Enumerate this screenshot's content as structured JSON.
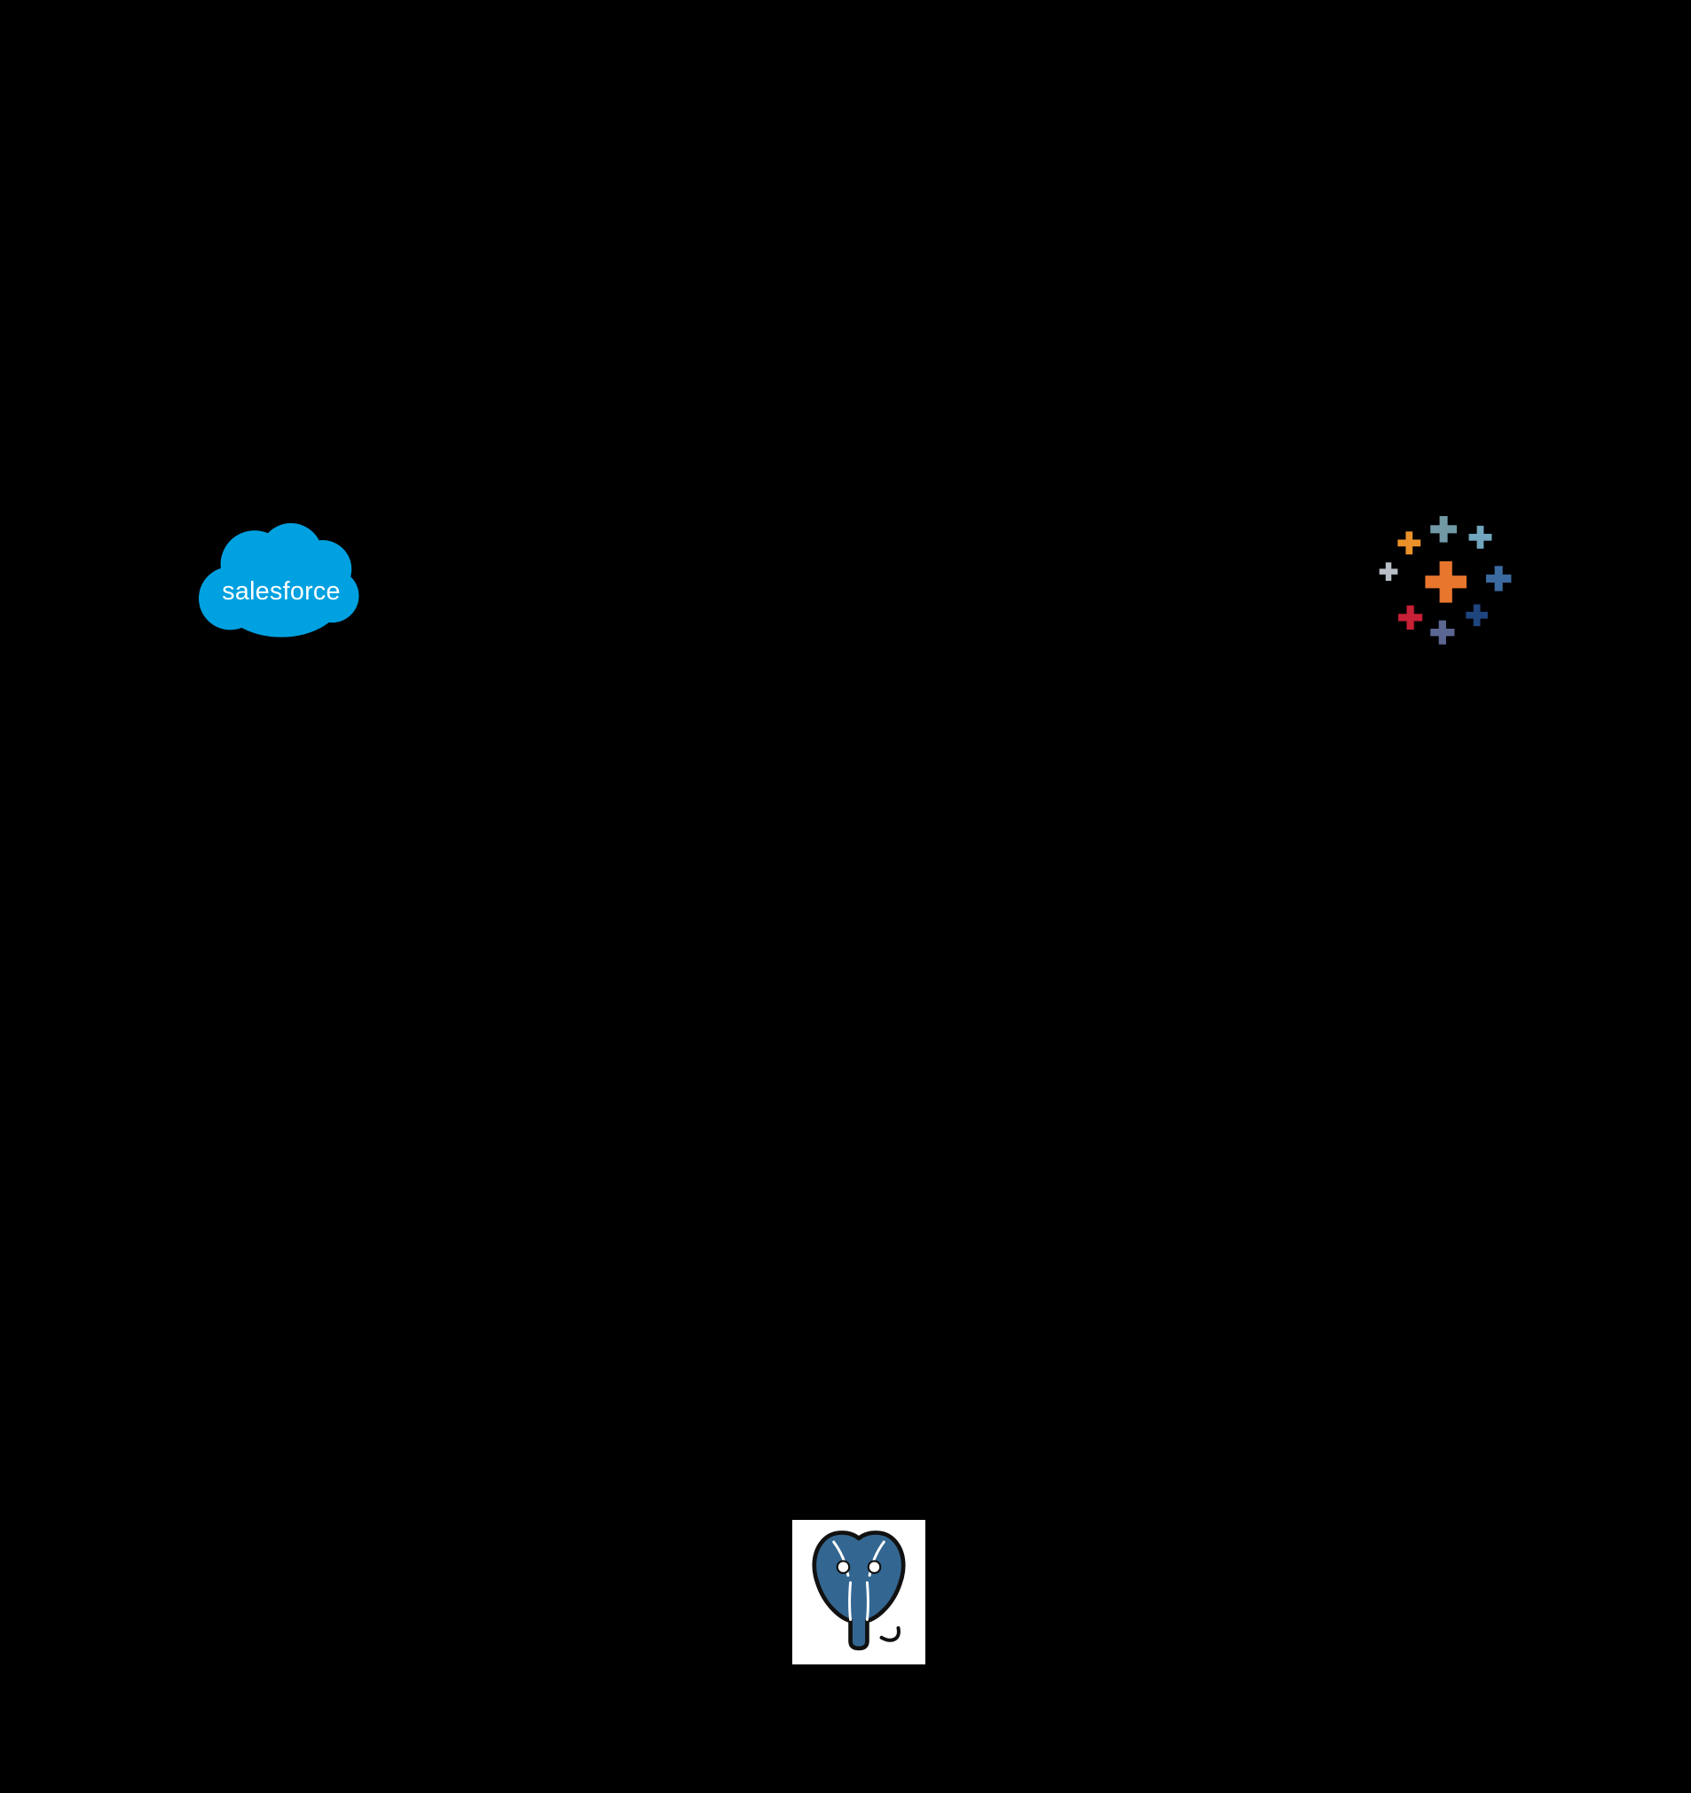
{
  "canvas": {
    "background": "#000000"
  },
  "logos": {
    "salesforce": {
      "label": "Salesforce",
      "wordmark": "salesforce",
      "cloud_color": "#00A1E0",
      "text_color": "#FFFFFF"
    },
    "tableau": {
      "label": "Tableau",
      "colors": {
        "center": "#E8762D",
        "top": "#7199A6",
        "upper_left": "#EB9129",
        "upper_right": "#72A5BE",
        "mid_left": "#B8BEC5",
        "mid_right": "#3A6AA0",
        "lower_left": "#C72037",
        "bottom": "#5C6692",
        "lower_right": "#1F457E"
      }
    },
    "postgresql": {
      "label": "PostgreSQL",
      "body_color": "#336791",
      "outline_color": "#111111",
      "detail_color": "#FFFFFF",
      "tile_background": "#FFFFFF"
    }
  }
}
